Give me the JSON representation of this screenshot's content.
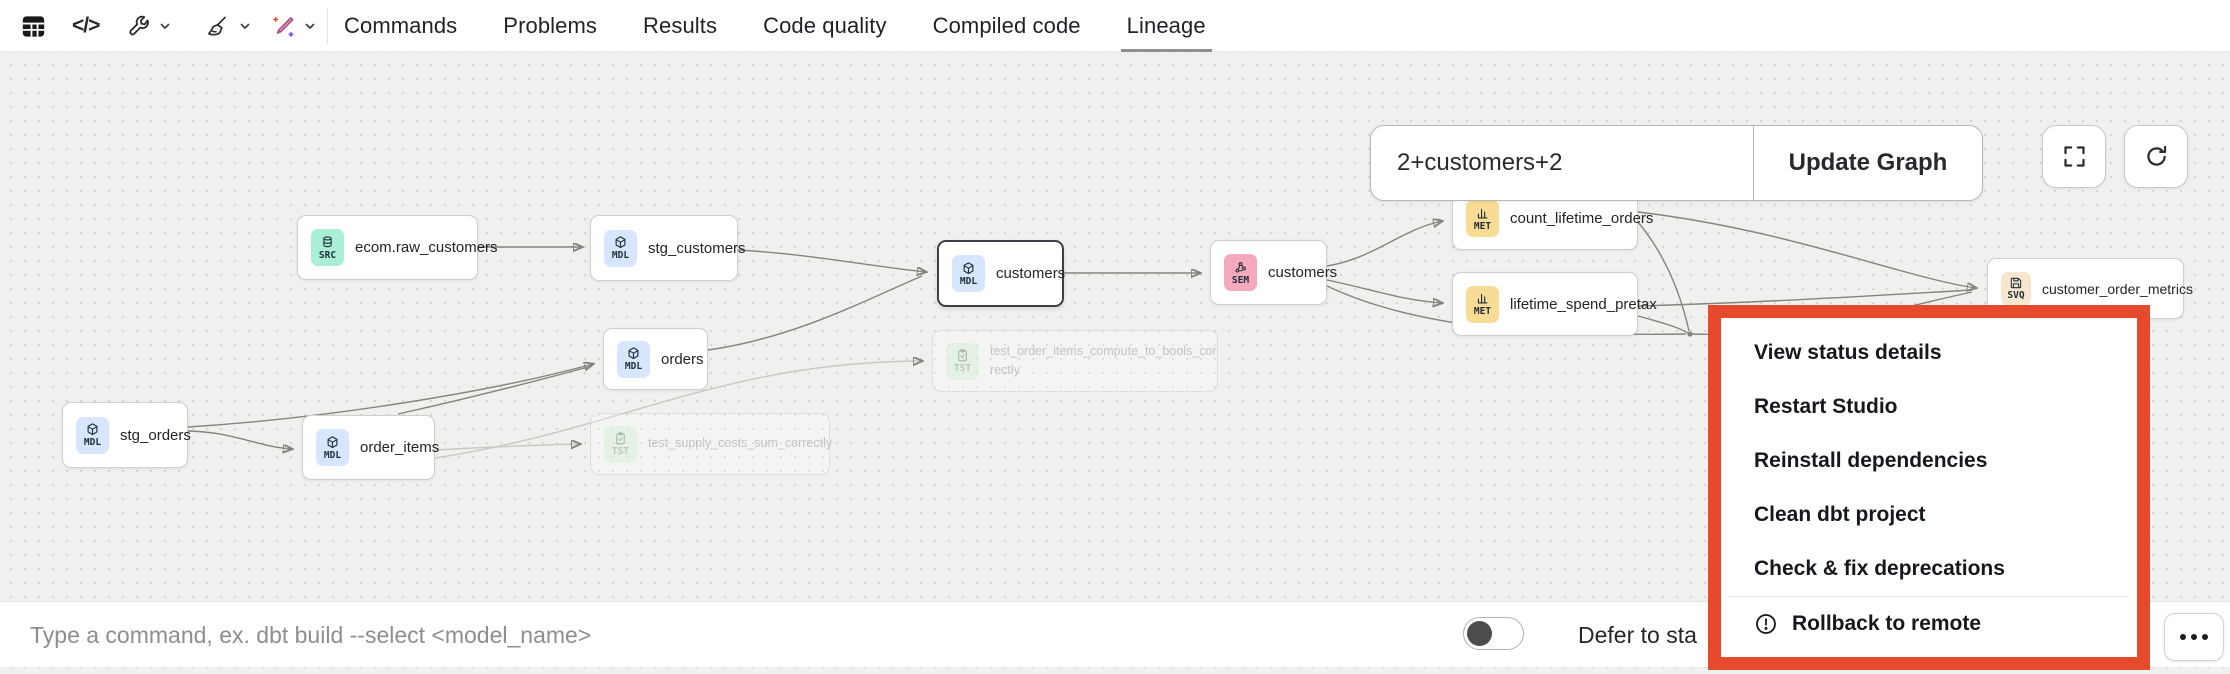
{
  "topbar": {
    "icon_names": [
      "table-icon",
      "code-icon",
      "wrench-icon",
      "broom-icon",
      "magic-edit-icon"
    ],
    "code_glyph": "</>",
    "tabs": [
      {
        "label": "Commands",
        "active": false
      },
      {
        "label": "Problems",
        "active": false
      },
      {
        "label": "Results",
        "active": false
      },
      {
        "label": "Code quality",
        "active": false
      },
      {
        "label": "Compiled code",
        "active": false
      },
      {
        "label": "Lineage",
        "active": true
      }
    ]
  },
  "lineage": {
    "selector": {
      "value": "2+customers+2"
    },
    "update_button_label": "Update Graph",
    "view_buttons": [
      "fullscreen-icon",
      "refresh-icon"
    ],
    "nodes": [
      {
        "label": "stg_orders",
        "badge": "MDL",
        "type": "model"
      },
      {
        "label": "order_items",
        "badge": "MDL",
        "type": "model"
      },
      {
        "label": "ecom.raw_customers",
        "badge": "SRC",
        "type": "source"
      },
      {
        "label": "stg_customers",
        "badge": "MDL",
        "type": "model"
      },
      {
        "label": "orders",
        "badge": "MDL",
        "type": "model"
      },
      {
        "label": "customers",
        "badge": "MDL",
        "type": "model",
        "selected": true
      },
      {
        "label": "test_order_items_compute_to_bools_correctly",
        "badge": "TST",
        "type": "test",
        "faded": true
      },
      {
        "label": "customers",
        "badge": "SEM",
        "type": "semantic-model"
      },
      {
        "label": "count_lifetime_orders",
        "badge": "MET",
        "type": "metric"
      },
      {
        "label": "lifetime_spend_pretax",
        "badge": "MET",
        "type": "metric"
      },
      {
        "label": "customer_order_metrics",
        "badge": "SVQ",
        "type": "saved-query"
      },
      {
        "label": "test_supply_costs_sum_correctly",
        "badge": "TST",
        "type": "test",
        "faded": true
      }
    ],
    "badge_colors": {
      "MDL": "#d7e5fd",
      "SRC": "#a9efd6",
      "SEM": "#f4a9bc",
      "MET": "#f8dc95",
      "TST": "#dcf3dc",
      "SVQ": "#f7e7d0"
    }
  },
  "context_menu": {
    "highlight_color": "#e44a2b",
    "items": [
      {
        "label": "View status details"
      },
      {
        "label": "Restart Studio"
      },
      {
        "label": "Reinstall dependencies"
      },
      {
        "label": "Clean dbt project"
      },
      {
        "label": "Check & fix deprecations"
      }
    ],
    "footer_item": {
      "label": "Rollback to remote",
      "icon": "alert-circle-icon"
    }
  },
  "command_bar": {
    "placeholder": "Type a command, ex. dbt build --select <model_name>",
    "defer_toggle": {
      "label": "Defer to sta",
      "state": "off"
    }
  }
}
